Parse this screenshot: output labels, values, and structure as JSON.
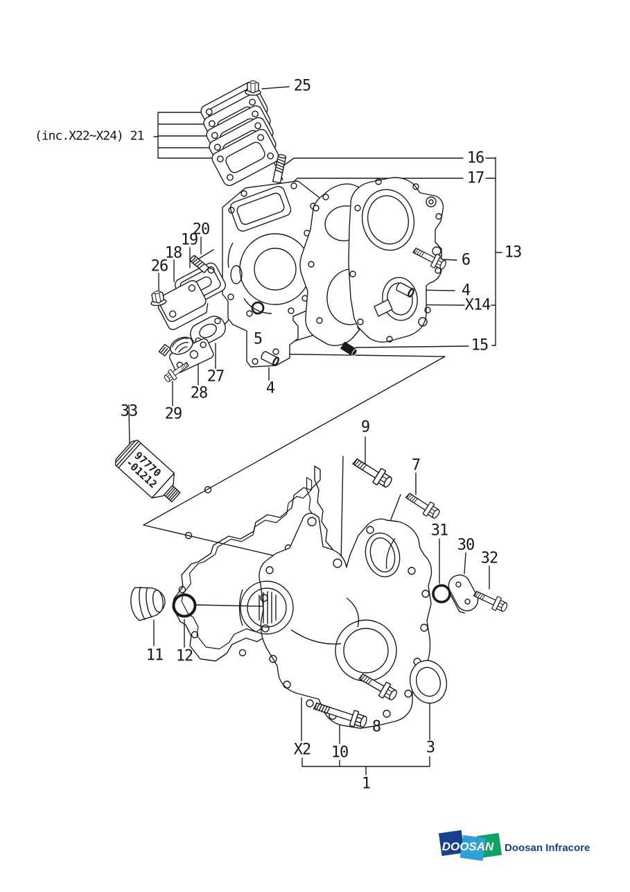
{
  "page": {
    "background": "#ffffff",
    "ink": "#1a1a1a"
  },
  "callouts": {
    "c25": "25",
    "c21": "(inc.X22~X24) 21",
    "c16": "16",
    "c17": "17",
    "c13": "13",
    "c6": "6",
    "c4": "4",
    "cx14": "X14",
    "c15": "15",
    "c20": "20",
    "c19": "19",
    "c18": "18",
    "c26": "26",
    "c5": "5",
    "c27": "27",
    "c28": "28",
    "c29": "29",
    "c33": "33",
    "c9": "9",
    "c7": "7",
    "c31": "31",
    "c30": "30",
    "c32": "32",
    "c11": "11",
    "c12": "12",
    "cx2": "X2",
    "c10": "10",
    "c8": "8",
    "c3": "3",
    "c1": "1"
  },
  "sealant_tube": {
    "line1": "97770",
    "line2": "-01212"
  },
  "footer_logo": {
    "brand": "DOOSAN",
    "company": "Doosan Infracore",
    "colors": {
      "navy": "#17418f",
      "light_blue": "#2f9fd6",
      "green": "#10a164",
      "text": "#17418f"
    }
  }
}
